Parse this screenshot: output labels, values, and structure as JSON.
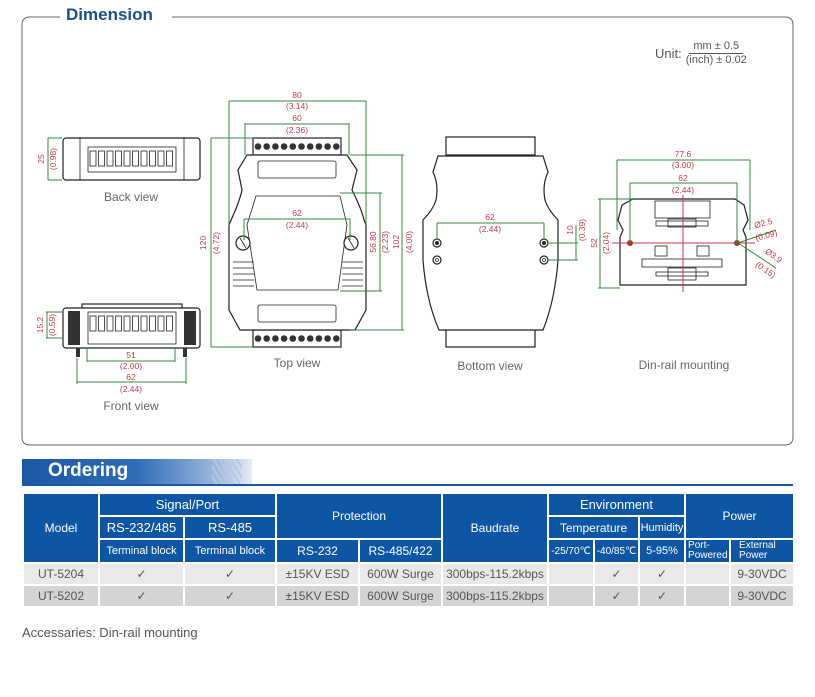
{
  "dimension": {
    "title": "Dimension",
    "unit_label": "Unit:",
    "unit_numerator": "mm ± 0.5",
    "unit_denominator": "(inch) ± 0.02",
    "back_view": {
      "label": "Back view",
      "height_mm": "25",
      "height_in": "(0.98)"
    },
    "front_view": {
      "label": "Front view",
      "height_mm": "15.2",
      "height_in": "(0.59)",
      "inner_mm": "51",
      "inner_in": "(2.00)",
      "pin_mm": "62",
      "pin_in": "(2.44)"
    },
    "top_view": {
      "label": "Top view",
      "length_mm": "120",
      "length_in": "(4.72)",
      "width_mm": "80",
      "width_in": "(3.14)",
      "terminal_mm": "60",
      "terminal_in": "(2.36)",
      "hole_mm": "62",
      "hole_in": "(2.44)",
      "window_mm": "56.80",
      "window_in": "(2.23)",
      "body_mm": "102",
      "body_in": "(4.00)"
    },
    "bottom_view": {
      "label": "Bottom view",
      "hole_mm": "62",
      "hole_in": "(2.44)",
      "pitch_mm": "10",
      "pitch_in": "(0.39)"
    },
    "din_rail": {
      "label": "Din-rail mounting",
      "width_mm": "77.6",
      "width_in": "(3.00)",
      "hole_mm": "62",
      "hole_in": "(2.44)",
      "height_mm": "52",
      "height_in": "(2.04)",
      "d1_mm": "Ø2.5",
      "d1_in": "(0.09)",
      "d2_mm": "Ø3.9",
      "d2_in": "(0.15)"
    }
  },
  "ordering": {
    "title": "Ordering",
    "headers": {
      "model": "Model",
      "signal_port": "Signal/Port",
      "rs232_485": "RS-232/485",
      "rs485": "RS-485",
      "terminal_block_1": "Terminal block",
      "terminal_block_2": "Terminal block",
      "protection": "Protection",
      "prot_rs232": "RS-232",
      "prot_rs485_422": "RS-485/422",
      "baudrate": "Baudrate",
      "environment": "Environment",
      "temperature": "Temperature",
      "humidity": "Humidity",
      "temp_1": "-25/70℃",
      "temp_2": "-40/85℃",
      "humidity_range": "5-95%",
      "power": "Power",
      "port_powered": "Port-Powered",
      "external_power": "External Power"
    },
    "rows": [
      {
        "model": "UT-5204",
        "rs232_485": "✓",
        "rs485": "✓",
        "prot_rs232": "±15KV ESD",
        "prot_rs485_422": "600W Surge",
        "baudrate": "300bps-115.2kbps",
        "temp_1": "",
        "temp_2": "✓",
        "humidity": "✓",
        "port_powered": "",
        "external_power": "9-30VDC"
      },
      {
        "model": "UT-5202",
        "rs232_485": "✓",
        "rs485": "✓",
        "prot_rs232": "±15KV ESD",
        "prot_rs485_422": "600W Surge",
        "baudrate": "300bps-115.2kbps",
        "temp_1": "",
        "temp_2": "✓",
        "humidity": "✓",
        "port_powered": "",
        "external_power": "9-30VDC"
      }
    ]
  },
  "accessaries": "Accessaries: Din-rail mounting",
  "colors": {
    "brand_blue": "#0d56a6",
    "dimension_text": "#c8394a",
    "dimension_line": "#2e8b3e"
  }
}
